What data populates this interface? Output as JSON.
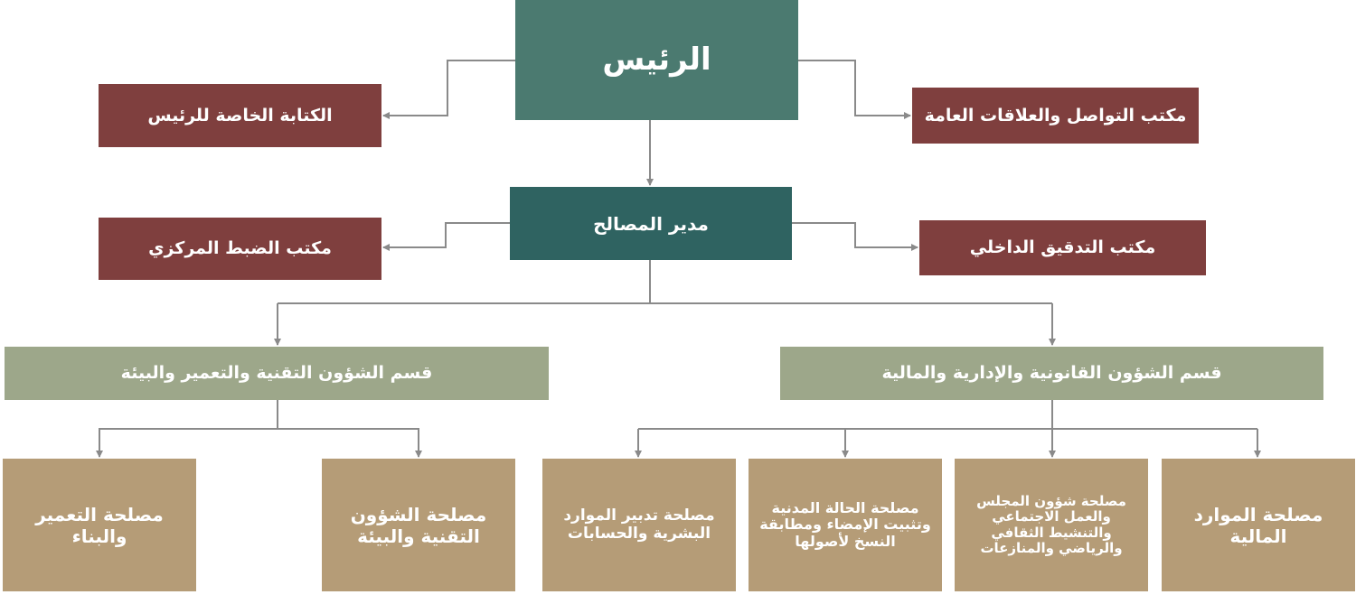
{
  "president": "الرئيس",
  "private_secretariat": "الكتابة الخاصة للرئيس",
  "communication_office": "مكتب التواصل والعلاقات العامة",
  "director": "مدير المصالح",
  "central_control_office": "مكتب الضبط المركزي",
  "internal_audit_office": "مكتب التدقيق الداخلي",
  "departments": {
    "technical": "قسم الشؤون التقنية والتعمير والبيئة",
    "legal": "قسم الشؤون القانونية والإدارية والمالية"
  },
  "services": {
    "urbanism": "مصلحة التعمير والبناء",
    "technical_env": "مصلحة الشؤون التقنية والبيئة",
    "hr": "مصلحة تدبير الموارد البشرية والحسابات",
    "civil_status": "مصلحة الحالة المدنية وتثبيت الإمضاء ومطابقة النسخ لأصولها",
    "council": "مصلحة شؤون المجلس والعمل الاجتماعي والتنشيط الثقافي والرياضي والمنازعات",
    "finance": "مصلحة الموارد المالية"
  },
  "colors": {
    "president": "#4b7a70",
    "director": "#2f6361",
    "office": "#7f3f3e",
    "department": "#9da78a",
    "service": "#b59c77",
    "connector": "#8a8a8a"
  }
}
